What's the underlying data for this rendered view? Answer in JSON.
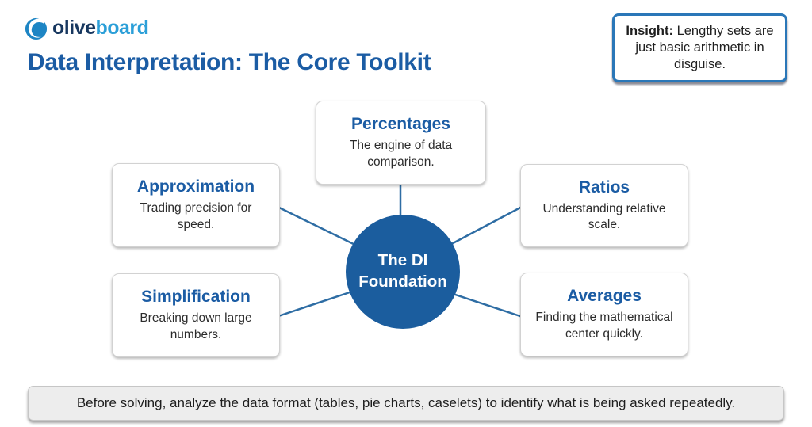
{
  "logo": {
    "brand_primary": "olive",
    "brand_secondary": "board"
  },
  "header": {
    "title": "Data Interpretation: The Core Toolkit"
  },
  "insight": {
    "label": "Insight:",
    "text": " Lengthy sets are just basic arithmetic in disguise."
  },
  "diagram": {
    "center": {
      "title": "The DI Foundation"
    },
    "nodes": [
      {
        "id": "percentages",
        "title": "Percentages",
        "description": "The engine of data comparison."
      },
      {
        "id": "approximation",
        "title": "Approximation",
        "description": "Trading precision for speed."
      },
      {
        "id": "ratios",
        "title": "Ratios",
        "description": "Understanding relative scale."
      },
      {
        "id": "simplification",
        "title": "Simplification",
        "description": "Breaking down large numbers."
      },
      {
        "id": "averages",
        "title": "Averages",
        "description": "Finding the mathematical center quickly."
      }
    ]
  },
  "footer": {
    "note": "Before solving, analyze the data format (tables, pie charts, caselets) to identify what is being asked repeatedly."
  },
  "colors": {
    "accent_blue": "#1b5ca4",
    "hub_fill": "#1b5d9e",
    "brand_dark": "#17375f",
    "brand_light": "#2b9fd8",
    "connector": "#2e6da4",
    "insight_border": "#2a77b8",
    "footer_bg": "#ededed"
  }
}
